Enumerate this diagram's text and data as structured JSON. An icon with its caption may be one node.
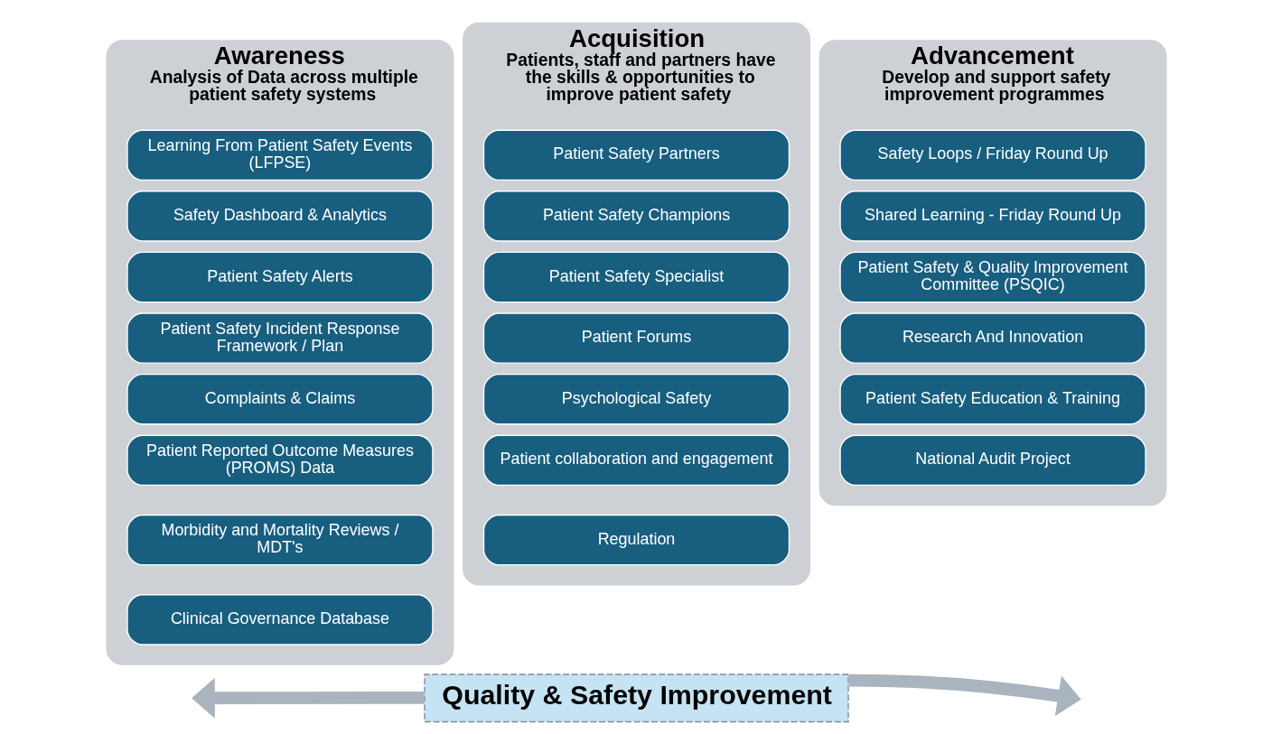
{
  "diagram": {
    "nodes": [
      {
        "text": [
          "Awareness",
          "Analysis of Data across multiple patient safety systems"
        ]
      },
      {
        "text": [
          "Learning From Patient Safety Events (LFPSE)"
        ],
        "in": 0
      },
      {
        "text": [
          "Safety Dashboard & Analytics"
        ],
        "in": 0
      },
      {
        "text": [
          "Patient Safety Alerts"
        ],
        "in": 0
      },
      {
        "text": [
          "Patient Safety Incident Response Framework / Plan"
        ],
        "in": 0
      },
      {
        "text": [
          "Complaints & Claims"
        ],
        "in": 0
      },
      {
        "text": [
          "Patient Reported Outcome Measures (PROMS) Data"
        ],
        "in": 0
      },
      {
        "text": [
          "Morbidity and Mortality Reviews / MDT's"
        ],
        "in": 0
      },
      {
        "text": [
          "Clinical Governance Database"
        ],
        "in": 0
      },
      {
        "text": [
          "Acquisition",
          "Patients, staff and partners have the skills & opportunities to improve patient safety"
        ]
      },
      {
        "text": [
          "Patient Safety Partners"
        ],
        "in": 9
      },
      {
        "text": [
          "Patient Safety Champions"
        ],
        "in": 9
      },
      {
        "text": [
          "Patient Safety Specialist"
        ],
        "in": 9
      },
      {
        "text": [
          "Patient Forums"
        ],
        "in": 9
      },
      {
        "text": [
          "Psychological Safety"
        ],
        "in": 9
      },
      {
        "text": [
          "Patient collaboration and engagement"
        ],
        "in": 9
      },
      {
        "text": [
          "Regulation"
        ],
        "in": 9
      },
      {
        "text": [
          "Advancement",
          "Develop and support safety improvement programmes"
        ]
      },
      {
        "text": [
          "Safety Loops / Friday Round Up"
        ],
        "in": 17
      },
      {
        "text": [
          "Shared Learning - Friday Round Up"
        ],
        "in": 17
      },
      {
        "text": [
          "Patient Safety & Quality Improvement Committee (PSQIC)"
        ],
        "in": 17
      },
      {
        "text": [
          "Research And Innovation"
        ],
        "in": 17
      },
      {
        "text": [
          "Patient Safety Education & Training"
        ],
        "in": 17
      },
      {
        "text": [
          "National Audit Project"
        ],
        "in": 17
      },
      {
        "text": [
          "Quality & Safety Improvement"
        ]
      }
    ],
    "edges": [
      {
        "from": 24,
        "to": null,
        "arrow": "to"
      },
      {
        "from": 24,
        "to": null,
        "arrow": "to"
      }
    ]
  }
}
